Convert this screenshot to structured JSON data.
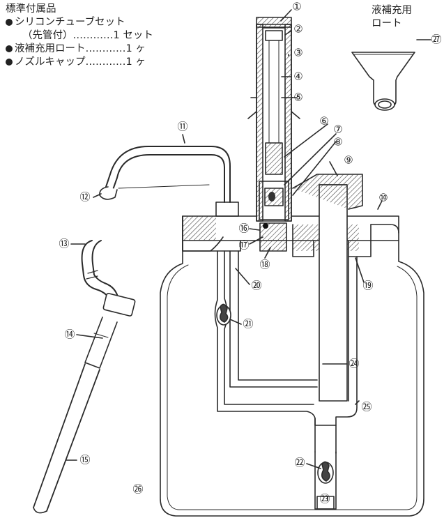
{
  "accessories": {
    "heading": "標準付属品",
    "item1_line1": "シリコンチューブセット",
    "item1_line2": "（先管付）…………1 セット",
    "item2": "液補充用ロート…………1 ヶ",
    "item3": "ノズルキャップ…………1 ヶ"
  },
  "funnel_caption": {
    "line1": "液補充用",
    "line2": "ロート"
  },
  "callouts": [
    {
      "n": "①"
    },
    {
      "n": "②"
    },
    {
      "n": "③"
    },
    {
      "n": "④"
    },
    {
      "n": "⑤"
    },
    {
      "n": "⑥"
    },
    {
      "n": "⑦"
    },
    {
      "n": "⑧"
    },
    {
      "n": "⑨"
    },
    {
      "n": "⑩"
    },
    {
      "n": "⑪"
    },
    {
      "n": "⑫"
    },
    {
      "n": "⑬"
    },
    {
      "n": "⑭"
    },
    {
      "n": "⑮"
    },
    {
      "n": "⑯"
    },
    {
      "n": "⑰"
    },
    {
      "n": "⑱"
    },
    {
      "n": "⑲"
    },
    {
      "n": "⑳"
    },
    {
      "n": "㉑"
    },
    {
      "n": "㉒"
    },
    {
      "n": "㉓"
    },
    {
      "n": "㉔"
    },
    {
      "n": "㉕"
    },
    {
      "n": "㉖"
    },
    {
      "n": "㉗"
    }
  ],
  "colors": {
    "ink": "#2a2a2a",
    "hatch": "#555555"
  }
}
